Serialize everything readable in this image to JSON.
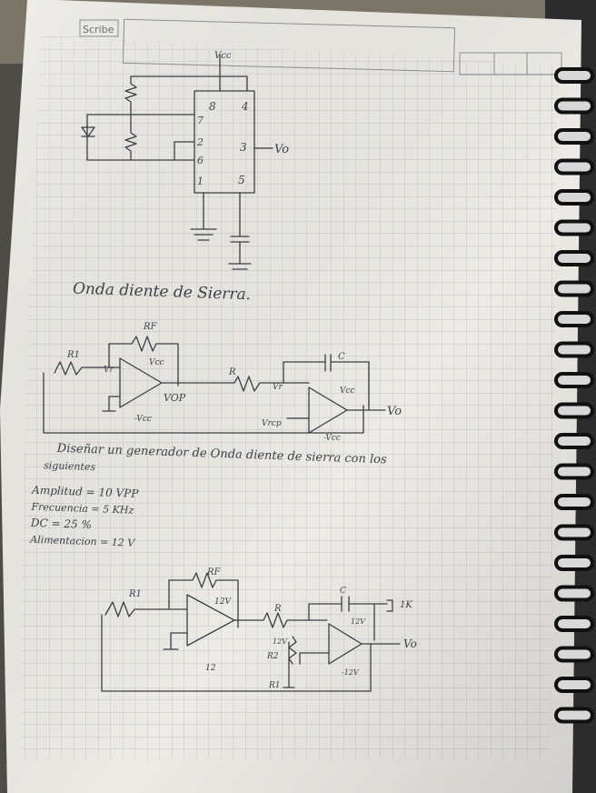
{
  "header": {
    "brand": "Scribe"
  },
  "circuit_555": {
    "vcc": "Vcc",
    "vo": "Vo",
    "pins": {
      "p8": "8",
      "p4": "4",
      "p7": "7",
      "p2": "2",
      "p6": "6",
      "p3": "3",
      "p1": "1",
      "p5": "5"
    }
  },
  "title_sawtooth": "Onda diente de Sierra.",
  "circuit_opamp1": {
    "rf": "RF",
    "r1": "R1",
    "vr": "Vr",
    "vcc": "Vcc",
    "vop": "VOP",
    "neg_vcc": "-Vcc",
    "r": "R",
    "vr2": "Vr",
    "c": "C",
    "vcc2": "Vcc",
    "vrcp": "Vrcp",
    "vo": "Vo",
    "neg_vcc2": "-Vcc"
  },
  "problem": {
    "line1": "Diseñar un generador de Onda diente de sierra con los",
    "line2": "siguientes",
    "spec1": "Amplitud = 10 VPP",
    "spec2": "Frecuencia = 5 KHz",
    "spec3": "DC = 25 %",
    "spec4": "Alimentacion = 12 V"
  },
  "circuit_design": {
    "rf": "RF",
    "r1": "R1",
    "v12a": "12V",
    "n12a": "12",
    "r": "R",
    "c": "C",
    "v12b": "12V",
    "n12b": "-12V",
    "onek": "1K",
    "r2": "R2",
    "r1b": "R1",
    "v12c": "12V",
    "vo": "Vo"
  },
  "colors": {
    "paper": "#ecebe6",
    "grid": "#b9bcc4",
    "ink": "#3a3d44",
    "background": "#4a4a46",
    "spiral": "#222222"
  }
}
